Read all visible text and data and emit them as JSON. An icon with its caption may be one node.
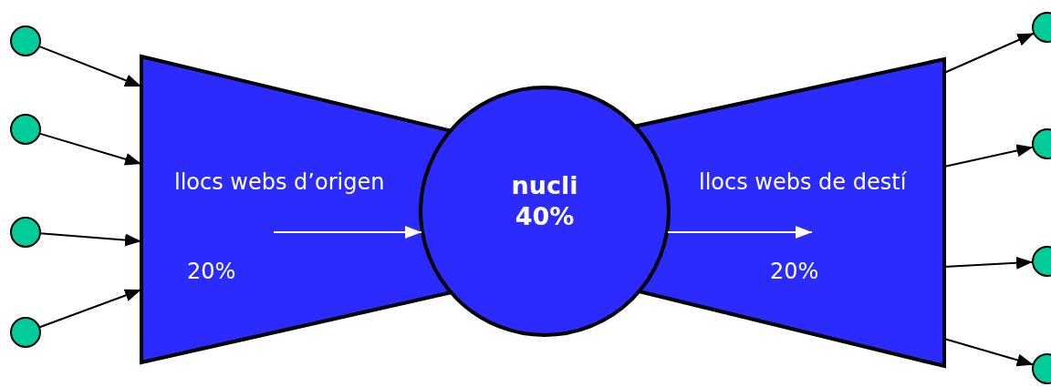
{
  "diagram": {
    "nodes": [
      {
        "text": [
          "llocs webs d’origen",
          "20%"
        ]
      },
      {
        "text": [
          "nucli 40%"
        ]
      },
      {
        "text": [
          "llocs webs de destí",
          "20%"
        ]
      },
      {
        "text": [],
        "shape": "circle"
      },
      {
        "text": [],
        "shape": "circle"
      },
      {
        "text": [],
        "shape": "circle"
      },
      {
        "text": [],
        "shape": "circle"
      },
      {
        "text": [],
        "shape": "circle"
      },
      {
        "text": [],
        "shape": "circle"
      },
      {
        "text": [],
        "shape": "circle"
      },
      {
        "text": [],
        "shape": "circle"
      }
    ],
    "edges": [
      {
        "from": 3,
        "to": 0,
        "arrow": "to"
      },
      {
        "from": 4,
        "to": 0,
        "arrow": "to"
      },
      {
        "from": 5,
        "to": 0,
        "arrow": "to"
      },
      {
        "from": 6,
        "to": 0,
        "arrow": "to"
      },
      {
        "from": 0,
        "to": 1,
        "arrow": "to",
        "color": "#ffffff"
      },
      {
        "from": 1,
        "to": 2,
        "arrow": "to",
        "color": "#ffffff"
      },
      {
        "from": 2,
        "to": 7,
        "arrow": "to"
      },
      {
        "from": 2,
        "to": 8,
        "arrow": "to"
      },
      {
        "from": 2,
        "to": 9,
        "arrow": "to"
      },
      {
        "from": 2,
        "to": 10,
        "arrow": "to"
      }
    ]
  }
}
